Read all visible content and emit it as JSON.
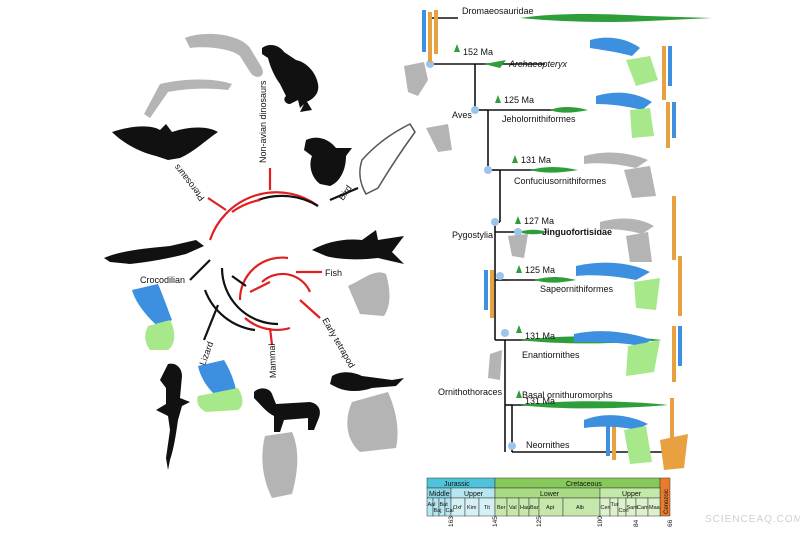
{
  "colors": {
    "red_branch": "#e02020",
    "black_branch": "#111111",
    "silhouette": "#111111",
    "bone_gray": "#b4b4b4",
    "bone_blue": "#3d8fe0",
    "bone_green": "#a6e88a",
    "bone_orange": "#e8a040",
    "bar_green": "#2e9e3a",
    "node_blue": "#9cc4ec",
    "jurassic": "#4fc3d9",
    "cretaceous": "#86c95a",
    "cenozoic": "#e87c2a"
  },
  "left_tree": {
    "labels": {
      "non_avian": "Non-avian dinosaurs",
      "bird": "Bird",
      "pterosaurs": "Pterosaurs",
      "crocodilian": "Crocodilian",
      "fish": "Fish",
      "lizard": "Lizard",
      "mammal": "Mammal",
      "early_tetrapod": "Early tetrapod"
    }
  },
  "right_tree": {
    "taxa": {
      "dromaeosauridae": "Dromaeosauridae",
      "archaeopteryx": "Archaeopteryx",
      "jeholornithiformes": "Jeholornithiformes",
      "confuciusornithiformes": "Confuciusornithiformes",
      "jinguofortisidae": "Jinguofortisidae",
      "sapeornithiformes": "Sapeornithiformes",
      "enantiornithes": "Enantiornithes",
      "basal_ornithuromorphs": "Basal ornithuromorphs",
      "neornithes": "Neornithes"
    },
    "clades": {
      "aves": "Aves",
      "pygostylia": "Pygostylia",
      "ornithothoraces": "Ornithothoraces"
    },
    "ages": {
      "archaeopteryx": "152 Ma",
      "jeholornithiformes": "125 Ma",
      "confuciusornithiformes": "131 Ma",
      "jinguofortisidae": "127 Ma",
      "sapeornithiformes": "125 Ma",
      "enantiornithes": "131 Ma",
      "basal_ornithuromorphs": "131 Ma"
    }
  },
  "timescale": {
    "jurassic": "Jurassic",
    "cretaceous": "Cretaceous",
    "cenozoic": "Cenozoic",
    "middle": "Middle",
    "upper_j": "Upper",
    "lower": "Lower",
    "upper_c": "Upper",
    "stages": {
      "aal": "Aal",
      "baj": "Baj",
      "bat": "Bat",
      "cal": "Cal",
      "oxf": "Oxf",
      "kim": "Kim",
      "tit": "Tit",
      "ber": "Ber",
      "val": "Val",
      "hau": "Hau",
      "bar": "Bar",
      "apt": "Apt",
      "alb": "Alb",
      "cen": "Cen",
      "tur": "Tur",
      "con": "Con",
      "sant": "Sant",
      "cam": "Cam",
      "maa": "Maa"
    },
    "ticks": [
      "163",
      "145",
      "125",
      "100",
      "84",
      "66"
    ]
  },
  "watermark": "SCIENCEAQ.COM"
}
